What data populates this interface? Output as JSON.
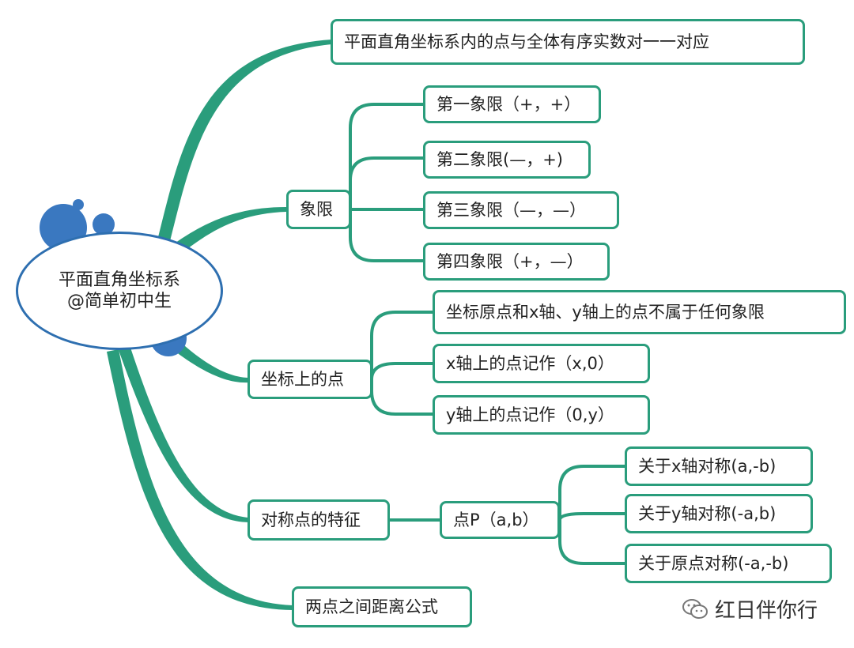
{
  "center": {
    "line1": "平面直角坐标系",
    "line2": "@简单初中生"
  },
  "branches": {
    "b1": "平面直角坐标系内的点与全体有序实数对一一对应",
    "quadrant": {
      "label": "象限",
      "items": [
        "第一象限（+，+）",
        "第二象限(—，+)",
        "第三象限（—，—）",
        "第四象限（+，—）"
      ]
    },
    "axis": {
      "label": "坐标上的点",
      "items": [
        "坐标原点和x轴、y轴上的点不属于任何象限",
        "x轴上的点记作（x,0）",
        "y轴上的点记作（0,y）"
      ]
    },
    "symmetry": {
      "label": "对称点的特征",
      "point": "点P（a,b）",
      "items": [
        "关于x轴对称(a,-b)",
        "关于y轴对称(-a,b)",
        "关于原点对称(-a,-b)"
      ]
    },
    "distance": "两点之间距离公式"
  },
  "watermark": {
    "text": "红日伴你行",
    "icon": "wechat-icon"
  },
  "colors": {
    "branch": "#2a9d7c",
    "center_border": "#2e6fb0",
    "dots": "#3a78c0"
  }
}
